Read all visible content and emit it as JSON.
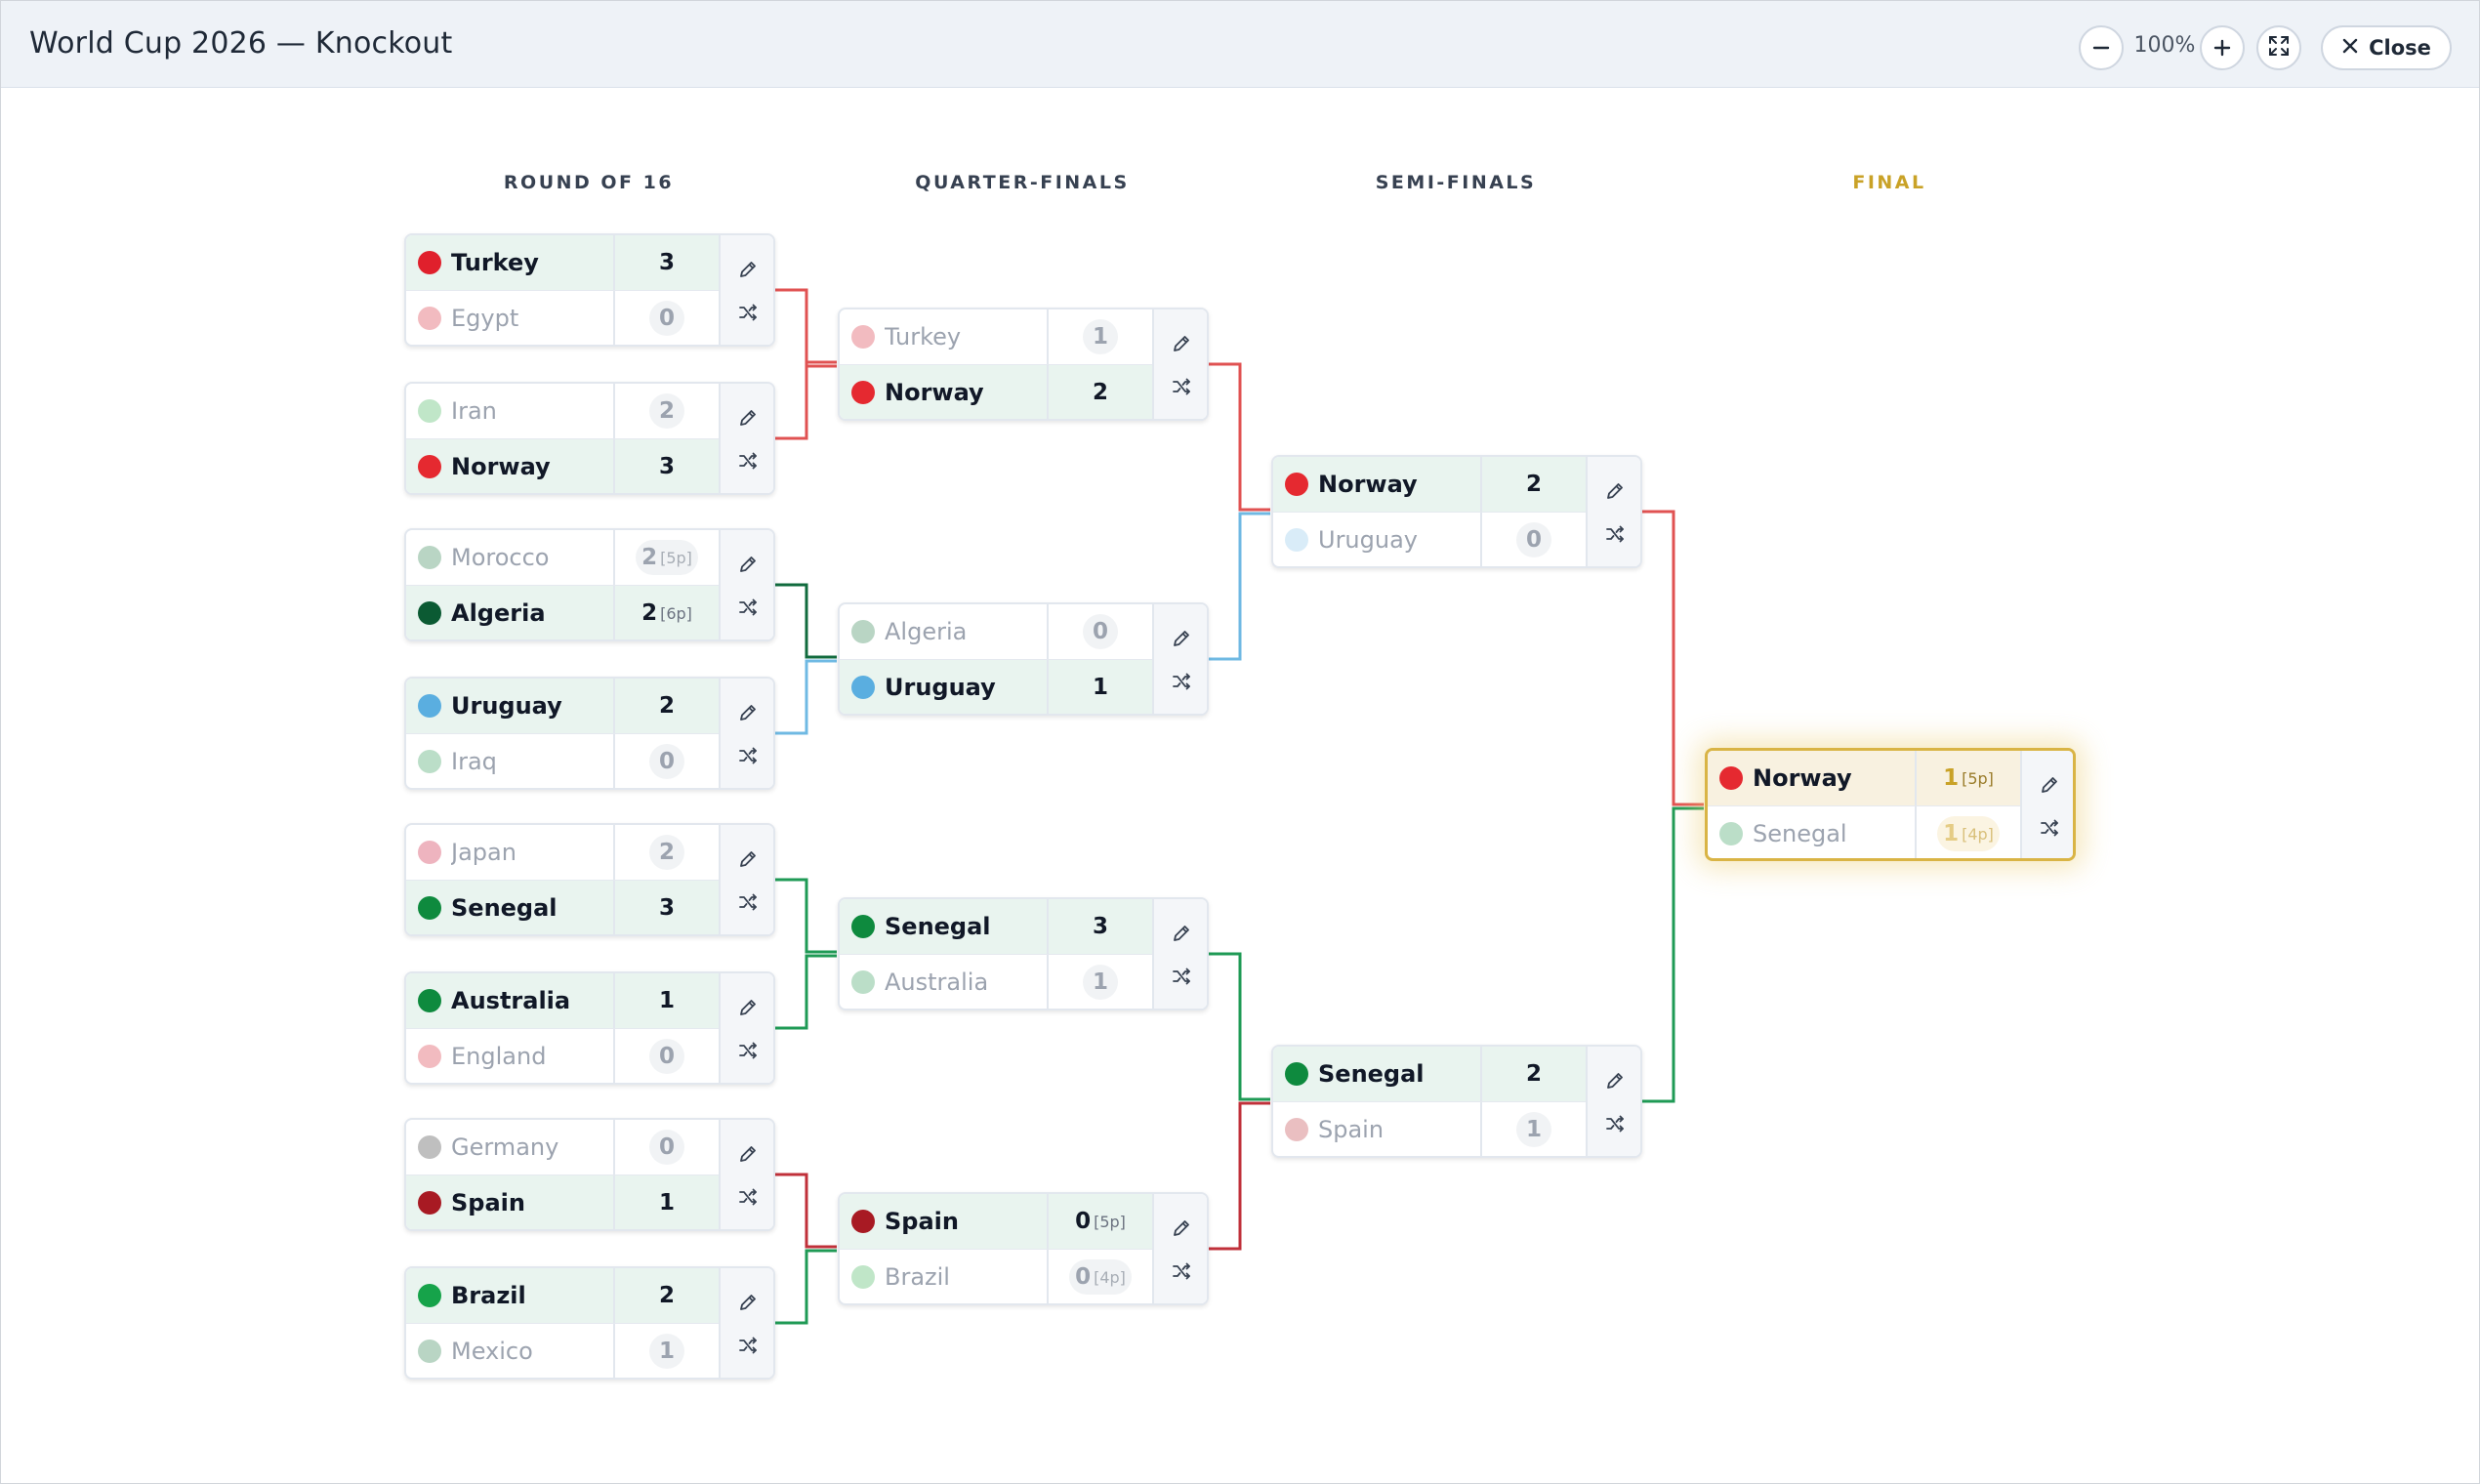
{
  "window": {
    "title": "World Cup 2026 — Knockout",
    "zoom_out_icon": "minus-icon",
    "zoom_level": "100%",
    "zoom_in_icon": "plus-icon",
    "fullscreen_icon": "expand-icon",
    "close_label": "Close",
    "close_icon": "x-icon"
  },
  "rounds": {
    "r16": "ROUND OF 16",
    "qf": "QUARTER-FINALS",
    "sf": "SEMI-FINALS",
    "final": "FINAL"
  },
  "colors": {
    "final_accent": "#c9a227",
    "winner_row": "#e9f4ef",
    "red_path": "#e05252",
    "green_path": "#1f9a55",
    "blue_path": "#6fb9e3",
    "dark_green_path": "#116b3e"
  },
  "matches": {
    "r16_1": {
      "top": {
        "name": "Turkey",
        "score": "3",
        "pen": "",
        "color": "#e0202c"
      },
      "bot": {
        "name": "Egypt",
        "score": "0",
        "pen": "",
        "color": "#e8848c"
      }
    },
    "r16_2": {
      "top": {
        "name": "Iran",
        "score": "2",
        "pen": "",
        "color": "#8dd19b"
      },
      "bot": {
        "name": "Norway",
        "score": "3",
        "pen": "",
        "color": "#e52930"
      }
    },
    "r16_3": {
      "top": {
        "name": "Morocco",
        "score": "2",
        "pen": "[5p]",
        "color": "#7fb294"
      },
      "bot": {
        "name": "Algeria",
        "score": "2",
        "pen": "[6p]",
        "color": "#0b5a33"
      }
    },
    "r16_4": {
      "top": {
        "name": "Uruguay",
        "score": "2",
        "pen": "",
        "color": "#5aaee0"
      },
      "bot": {
        "name": "Iraq",
        "score": "0",
        "pen": "",
        "color": "#83c39a"
      }
    },
    "r16_5": {
      "top": {
        "name": "Japan",
        "score": "2",
        "pen": "",
        "color": "#e0778a"
      },
      "bot": {
        "name": "Senegal",
        "score": "3",
        "pen": "",
        "color": "#0e8a3e"
      }
    },
    "r16_6": {
      "top": {
        "name": "Australia",
        "score": "1",
        "pen": "",
        "color": "#0e8a3e"
      },
      "bot": {
        "name": "England",
        "score": "0",
        "pen": "",
        "color": "#e8848c"
      }
    },
    "r16_7": {
      "top": {
        "name": "Germany",
        "score": "0",
        "pen": "",
        "color": "#8a8a8a"
      },
      "bot": {
        "name": "Spain",
        "score": "1",
        "pen": "",
        "color": "#a81a23"
      }
    },
    "r16_8": {
      "top": {
        "name": "Brazil",
        "score": "2",
        "pen": "",
        "color": "#16a34a"
      },
      "bot": {
        "name": "Mexico",
        "score": "1",
        "pen": "",
        "color": "#7fb294"
      }
    },
    "qf_1": {
      "top": {
        "name": "Turkey",
        "score": "1",
        "pen": "",
        "color": "#e8848c"
      },
      "bot": {
        "name": "Norway",
        "score": "2",
        "pen": "",
        "color": "#e52930"
      }
    },
    "qf_2": {
      "top": {
        "name": "Algeria",
        "score": "0",
        "pen": "",
        "color": "#7fb294"
      },
      "bot": {
        "name": "Uruguay",
        "score": "1",
        "pen": "",
        "color": "#5aaee0"
      }
    },
    "qf_3": {
      "top": {
        "name": "Senegal",
        "score": "3",
        "pen": "",
        "color": "#0e8a3e"
      },
      "bot": {
        "name": "Australia",
        "score": "1",
        "pen": "",
        "color": "#83c39a"
      }
    },
    "qf_4": {
      "top": {
        "name": "Spain",
        "score": "0",
        "pen": "[5p]",
        "color": "#a81a23"
      },
      "bot": {
        "name": "Brazil",
        "score": "0",
        "pen": "[4p]",
        "color": "#8dd19b"
      }
    },
    "sf_1": {
      "top": {
        "name": "Norway",
        "score": "2",
        "pen": "",
        "color": "#e52930"
      },
      "bot": {
        "name": "Uruguay",
        "score": "0",
        "pen": "",
        "color": "#b9dcf2"
      }
    },
    "sf_2": {
      "top": {
        "name": "Senegal",
        "score": "2",
        "pen": "",
        "color": "#0e8a3e"
      },
      "bot": {
        "name": "Spain",
        "score": "1",
        "pen": "",
        "color": "#d98a8e"
      }
    },
    "final": {
      "top": {
        "name": "Norway",
        "score": "1",
        "pen": "[5p]",
        "color": "#e52930"
      },
      "bot": {
        "name": "Senegal",
        "score": "1",
        "pen": "[4p]",
        "color": "#83c39a"
      }
    }
  }
}
